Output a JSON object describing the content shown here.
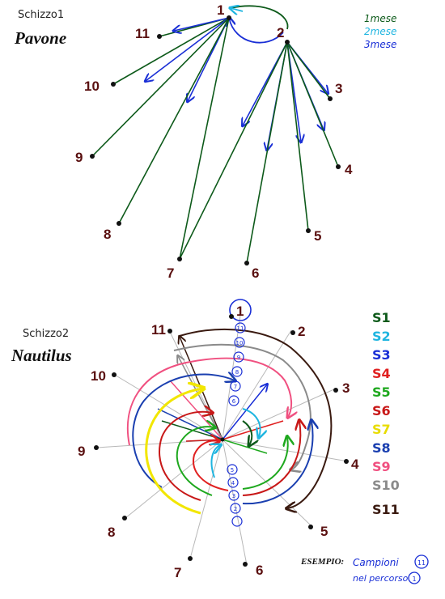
{
  "sketch1": {
    "label": "Schizzo1",
    "title": "Pavone",
    "nodes": [
      "1",
      "2",
      "3",
      "4",
      "5",
      "6",
      "7",
      "8",
      "9",
      "10",
      "11"
    ],
    "legend": [
      {
        "text": "1mese",
        "color": "#0d5a1a"
      },
      {
        "text": "2mese",
        "color": "#1fb5e0"
      },
      {
        "text": "3mese",
        "color": "#1a2fd6"
      }
    ]
  },
  "sketch2": {
    "label": "Schizzo2",
    "title": "Nautilus",
    "nodes": [
      "1",
      "2",
      "3",
      "4",
      "5",
      "6",
      "7",
      "8",
      "9",
      "10",
      "11"
    ],
    "spine_labels": [
      "11",
      "10",
      "9",
      "8",
      "7",
      "6",
      "5",
      "4",
      "3",
      "2"
    ],
    "legend": [
      {
        "text": "S1",
        "color": "#0d5a1a"
      },
      {
        "text": "S2",
        "color": "#1fb5e0"
      },
      {
        "text": "S3",
        "color": "#1a2fd6"
      },
      {
        "text": "S4",
        "color": "#e02020"
      },
      {
        "text": "S5",
        "color": "#1ea81e"
      },
      {
        "text": "S6",
        "color": "#c81818"
      },
      {
        "text": "S7",
        "color": "#f2e600"
      },
      {
        "text": "S8",
        "color": "#1a3fb0"
      },
      {
        "text": "S9",
        "color": "#f05080"
      },
      {
        "text": "S10",
        "color": "#8a8a8a"
      },
      {
        "text": "S11",
        "color": "#3a1a10"
      }
    ]
  },
  "example": {
    "label": "ESEMPIO:",
    "text_line1": "Campioni",
    "text_line2": "nel percorso",
    "circle1": "11",
    "circle2": "1"
  }
}
